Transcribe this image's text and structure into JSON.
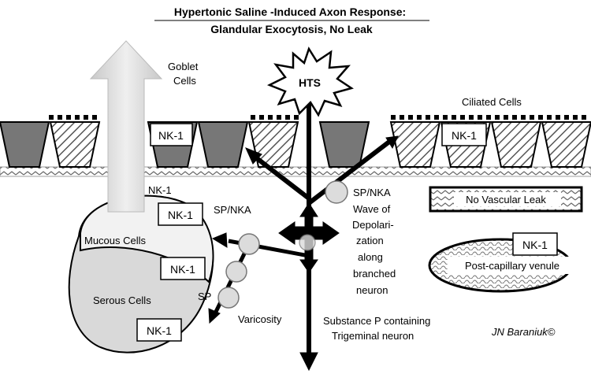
{
  "title": {
    "line1": "Hypertonic Saline -Induced Axon Response:",
    "line2": "Glandular Exocytosis, No Leak"
  },
  "labels": {
    "goblet_line1": "Goblet",
    "goblet_line2": "Cells",
    "hts": "HTS",
    "ciliated_cells": "Ciliated Cells",
    "nk1": "NK-1",
    "sp_nka": "SP/NKA",
    "sp": "SP",
    "no_vascular_leak": "No Vascular Leak",
    "post_capillary_venule": "Post-capillary venule",
    "mucous_cells": "Mucous Cells",
    "serous_cells": "Serous Cells",
    "varicosity": "Varicosity",
    "wave": [
      "Wave of",
      "Depolari-",
      "zation",
      "along",
      "branched",
      "neuron"
    ],
    "neuron_line1": "Substance P containing",
    "neuron_line2": "Trigeminal neuron",
    "author": "JN Baraniuk©"
  }
}
